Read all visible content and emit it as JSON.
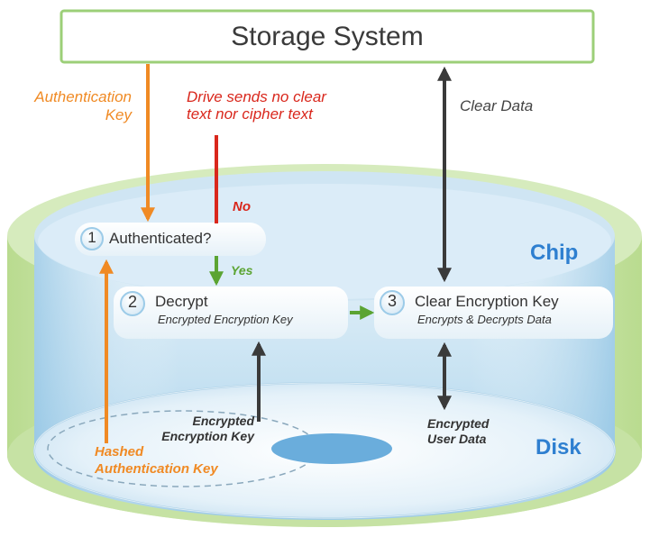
{
  "storage_system": "Storage System",
  "authentication_key": [
    "Authentication",
    "Key"
  ],
  "drive_note": [
    "Drive sends no clear",
    "text nor cipher text"
  ],
  "clear_data": "Clear Data",
  "no_label": "No",
  "yes_label": "Yes",
  "chip_label": "Chip",
  "disk_label": "Disk",
  "step1": {
    "number": "1",
    "title": "Authenticated?"
  },
  "step2": {
    "number": "2",
    "title": "Decrypt",
    "subtitle": "Encrypted Encryption Key"
  },
  "step3": {
    "number": "3",
    "title": "Clear Encryption Key",
    "subtitle": "Encrypts & Decrypts Data"
  },
  "encrypted_encryption_key": [
    "Encrypted",
    "Encryption Key"
  ],
  "encrypted_user_data": [
    "Encrypted",
    "User Data"
  ],
  "hashed_authentication_key": [
    "Hashed",
    "Authentication Key"
  ],
  "colors": {
    "orange": "#f08a24",
    "red": "#d9271c",
    "green": "#5ba432",
    "dark_arrow": "#3a3a3a",
    "blue_label": "#2e7fd0",
    "storage_border": "#9ccf78"
  }
}
